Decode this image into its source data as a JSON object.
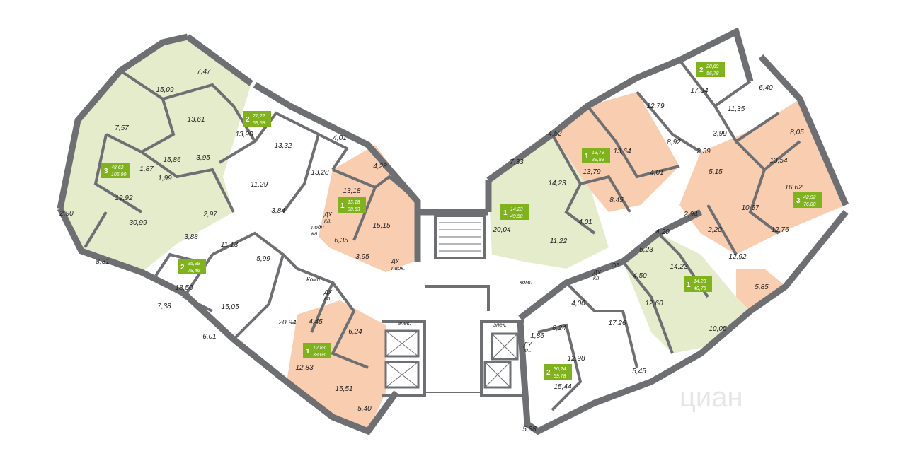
{
  "watermark": "циан",
  "apartments": [
    {
      "rooms": "3",
      "living": "48,62",
      "total": "106,90"
    },
    {
      "rooms": "2",
      "living": "27,22",
      "total": "59,58"
    },
    {
      "rooms": "2",
      "living": "35,99",
      "total": "78,46"
    },
    {
      "rooms": "1",
      "living": "13,18",
      "total": "38,63"
    },
    {
      "rooms": "1",
      "living": "12,83",
      "total": "39,03"
    },
    {
      "rooms": "1",
      "living": "14,23",
      "total": "49,50"
    },
    {
      "rooms": "1",
      "living": "13,79",
      "total": "39,89"
    },
    {
      "rooms": "2",
      "living": "28,69",
      "total": "56,78"
    },
    {
      "rooms": "3",
      "living": "42,92",
      "total": "76,80"
    },
    {
      "rooms": "1",
      "living": "14,23",
      "total": "40,76"
    },
    {
      "rooms": "2",
      "living": "30,24",
      "total": "59,78"
    }
  ],
  "room_labels": [
    "7,47",
    "15,09",
    "13,61",
    "7,57",
    "15,86",
    "1,87",
    "1,99",
    "19,92",
    "2,90",
    "30,99",
    "8,31",
    "2,97",
    "3,88",
    "11,13",
    "18,50",
    "7,38",
    "6,01",
    "13,90",
    "3,95",
    "13,32",
    "4,01",
    "13,28",
    "11,29",
    "3,84",
    "4,28",
    "13,18",
    "15,15",
    "6,35",
    "3,95",
    "5,99",
    "15,05",
    "20,94",
    "4,45",
    "6,24",
    "12,83",
    "15,51",
    "5,40",
    "7,33",
    "4,52",
    "14,23",
    "13,79",
    "13,64",
    "4,01",
    "8,45",
    "20,04",
    "11,22",
    "4,01",
    "12,79",
    "17,34",
    "6,40",
    "11,35",
    "3,99",
    "2,39",
    "8,92",
    "8,05",
    "13,54",
    "5,15",
    "16,62",
    "10,67",
    "12,76",
    "2,94",
    "2,20",
    "12,92",
    "4,20",
    "5,23",
    "14,23",
    "4,50",
    "12,60",
    "5,85",
    "10,05",
    "4,00",
    "17,26",
    "8,24",
    "1,86",
    "12,98",
    "15,44",
    "5,45",
    "5,38"
  ],
  "service_labels": {
    "du_park": "ДУ\nпарк.",
    "du_kl1": "ДУ\nкл.",
    "podp_kl": "подп\nкл.",
    "komp1": "Комп",
    "du_kl2": "ДУ\nкл.",
    "komp2": "комп",
    "du_kl3": "ДУ\nкл",
    "ov": "ОВ",
    "du_kl4": "ДУ\nкл.",
    "elev_left": "элек.",
    "elev_right": "элек."
  },
  "colors": {
    "green_room": "#e5eccc",
    "orange_room": "#f9cdb0",
    "badge": "#7fb21c",
    "wall": "#6d6f72"
  }
}
